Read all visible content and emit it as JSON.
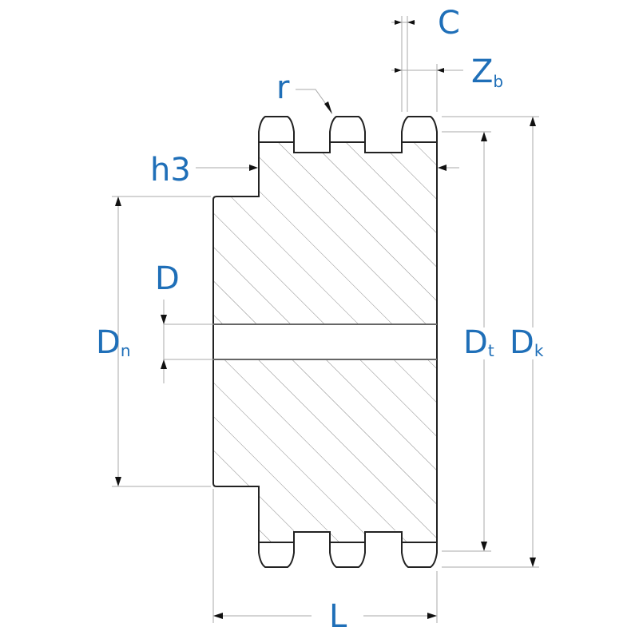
{
  "colors": {
    "label": "#1f6fb8",
    "outline": "#222222",
    "hatch": "#888888",
    "dimension": "#aaaaaa"
  },
  "labels": {
    "C": {
      "main": "C"
    },
    "Zb": {
      "main": "Z",
      "sub": "b"
    },
    "r": {
      "main": "r"
    },
    "h3": {
      "main": "h3"
    },
    "D": {
      "main": "D"
    },
    "Dn": {
      "main": "D",
      "sub": "n"
    },
    "Dt": {
      "main": "D",
      "sub": "t"
    },
    "Dk": {
      "main": "D",
      "sub": "k"
    },
    "L": {
      "main": "L"
    }
  }
}
